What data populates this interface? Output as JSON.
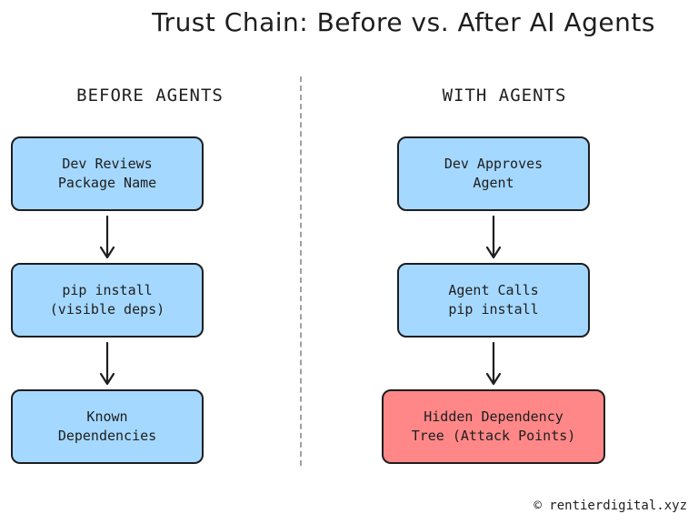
{
  "title": "Trust Chain: Before vs. After AI Agents",
  "before": {
    "heading": "BEFORE AGENTS",
    "steps": [
      {
        "label": "Dev Reviews\nPackage Name"
      },
      {
        "label": "pip install\n(visible deps)"
      },
      {
        "label": "Known\nDependencies"
      }
    ]
  },
  "after": {
    "heading": "WITH AGENTS",
    "steps": [
      {
        "label": "Dev Approves\nAgent"
      },
      {
        "label": "Agent Calls\npip install"
      },
      {
        "label": "Hidden Dependency\nTree (Attack Points)"
      }
    ]
  },
  "colors": {
    "box_fill": "#a5d8ff",
    "danger_fill": "#ff8787",
    "stroke": "#1e1e1e"
  },
  "credit": "© rentierdigital.xyz"
}
